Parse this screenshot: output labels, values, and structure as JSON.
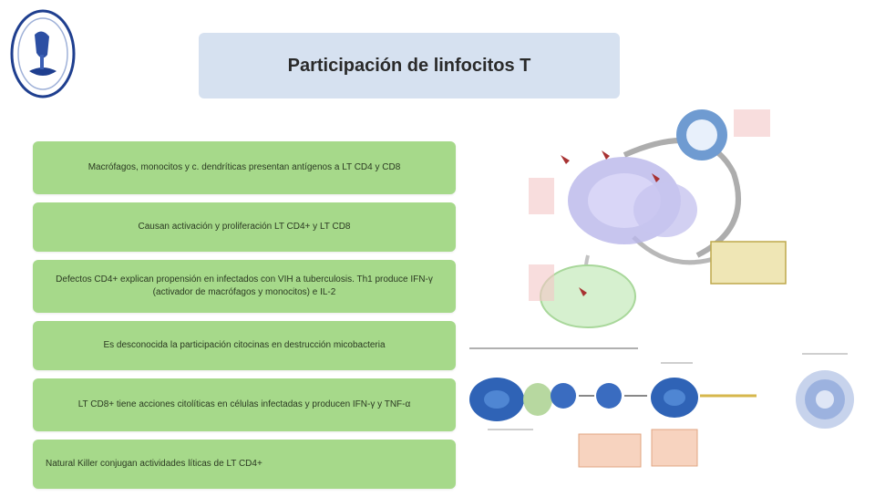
{
  "slide": {
    "title": "Participación de linfocitos T",
    "bullets": [
      "Macrófagos, monocitos y c. dendríticas presentan antígenos a LT CD4 y CD8",
      "Causan activación y proliferación LT CD4+ y LT CD8",
      "Defectos CD4+ explican propensión en infectados con VIH a tuberculosis. Th1 produce IFN-γ (activador de macrófagos y monocitos) e IL-2",
      "Es desconocida la participación citocinas en destrucción micobacteria",
      "LT CD8+ tiene acciones citolíticas en células infectadas y producen IFN-γ y TNF-α",
      "Natural Killer conjugan actividades líticas de LT CD4+"
    ]
  },
  "figures": {
    "top_label": "",
    "bottom_label": ""
  },
  "colors": {
    "title_bg": "#d6e1f0",
    "bullet_bg": "#a6d98a",
    "logo_blue": "#1f3f8f"
  }
}
